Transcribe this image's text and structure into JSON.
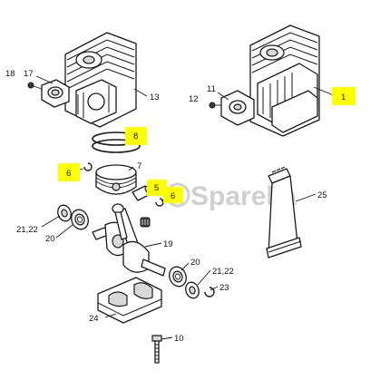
{
  "diagram": {
    "watermark": "Spareka",
    "highlight_color": "#ffff00",
    "callouts": {
      "c1": "1",
      "c5": "5",
      "c6a": "6",
      "c6b": "6",
      "c7": "7",
      "c8": "8",
      "c10": "10",
      "c11": "11",
      "c12": "12",
      "c13": "13",
      "c17": "17",
      "c18": "18",
      "c19": "19",
      "c20a": "20",
      "c20b": "20",
      "c2122a": "21,22",
      "c2122b": "21,22",
      "c23": "23",
      "c24": "24",
      "c25": "25"
    }
  }
}
